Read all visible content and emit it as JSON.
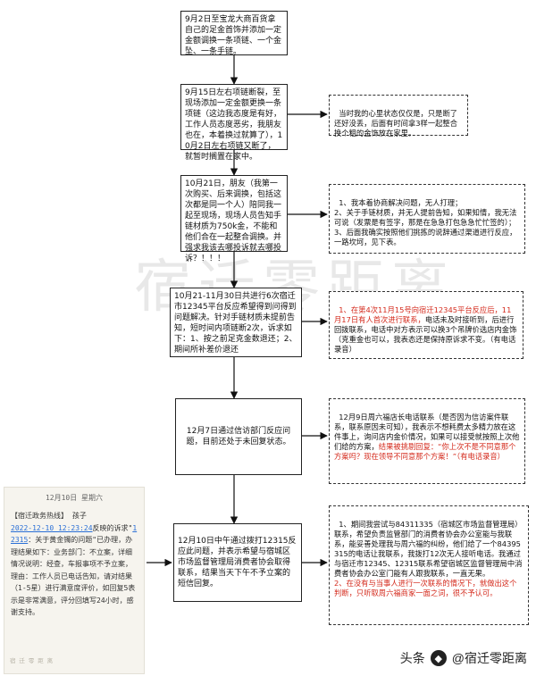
{
  "watermark": "宿迁零距离",
  "steps": [
    {
      "text": "9月2日至宝龙大商百货拿自己的足金首饰并添加一定金额调换一条项链、一个金坠、一条手链。"
    },
    {
      "text": "9月15日左右项链断裂，至现场添加一定金额更换一条项链（这边我态度是有好，工作人员态度恶劣，我朋友也在，本着换过就算了），10月2日左右项链又断了，就暂时搁置在家中。"
    },
    {
      "text": "10月21日，朋友（我第一次购买、后来调换，包括这次都是同一个人）陪同我一起至现场，现场人员告知手链材质为750k金，不能和他们合在一起整合调换。并强求我该去哪投诉就去哪投诉？！！！"
    },
    {
      "text": "10月21-11月30日共进行6次宿迁市12345平台反应希望得到问得到问题解决。针对手链材质未提前告知，短时间内项链断2次，诉求如下：1、按之前足克金数退还；2、期间所补差价退还"
    },
    {
      "text": "12月7日通过信访部门反应问题，目前还处于未回复状态。"
    },
    {
      "text": "12月10日中午通过拨打12315反应此问题，并表示希望与宿城区市场监督管理局消费者协会取得联系，结果当天下午不予立案的短信回复。"
    }
  ],
  "notes": [
    {
      "segments": [
        {
          "t": "当时我的心里状态仅仅是，只是断了还好没丢，后面有时间拿3样一起整合换个粗的金饰放在家里。",
          "red": false
        }
      ]
    },
    {
      "segments": [
        {
          "t": "1、我本着协商解决问题，无人打理；\n2、关于手链材质，并无人提前告知，如果知情，我无法可说（发票是有签字，那是在急急打包急急忙忙签的）；\n3、后面我确实按照他们挑拣的说辞通过渠道进行反应，一路坎坷，见下表。",
          "red": false
        }
      ]
    },
    {
      "segments": [
        {
          "t": "1、在第4次11月15号向宿迁12345平台反应后，11月17日有人首次进行联系，",
          "red": true
        },
        {
          "t": "电话未及时接听到，后进行回拨联系，电话中对方表示可以换3个吊牌价选店内金饰（克重金也可以，我表态还是保持原诉求不变。（有电话录音）",
          "red": false
        }
      ]
    },
    {
      "segments": [
        {
          "t": "12月9日周六福店长电话联系（是否因为信访案件联系，联系原因未可知），我表示不想耗费太多精力放在这件事上，询问店内金价情况，如果可以接受就按照上次他们给的方案，",
          "red": false
        },
        {
          "t": "结果被挑剔回复：“你上次不是不同意那个方案吗？现在领导不同意那个方案！”（有电话录音）",
          "red": true
        }
      ]
    },
    {
      "segments": [
        {
          "t": "1、期间我尝试与84311335（宿城区市场监督管理局）联系，希望负责监管部门的消费者协会办公室能与我联系，能妥善处理我与周六福的纠纷，他们给了一个84395315的电话让我联系，我拨打12次无人接听电话。我通过与宿迁市12345、12315联系希望宿城区监督管理局中消费者协会办公室门能有人跟我联系，一直无果。\n",
          "red": false
        },
        {
          "t": "2、在没有与当事人进行一次联系的情况下，就做出这个判断，只听取周六福商家一面之词，很不予认可。",
          "red": true
        }
      ]
    }
  ],
  "screenshot": {
    "date": "12月10日 星期六",
    "body_pre": "【宿迁政务热线】 孩子\n",
    "link1": "2022-12-10 12:23:24",
    "body_mid1": "反映的诉求\"",
    "link2": "12315",
    "body_rest": "：关于黄金镯的问题\"已办理，办理结果如下：业务部门：不立案，详细情况说明：经查，车报事项不予立案，理由：工作人员已电话告知，请对结果（1-5星）进行满意度评价，如回复5表示是非常满意，评分回填写24小时，感谢支持。",
    "faint": "宿 迁 零 距 离"
  },
  "footer": {
    "prefix": "头条",
    "handle": "@宿迁零距离"
  }
}
